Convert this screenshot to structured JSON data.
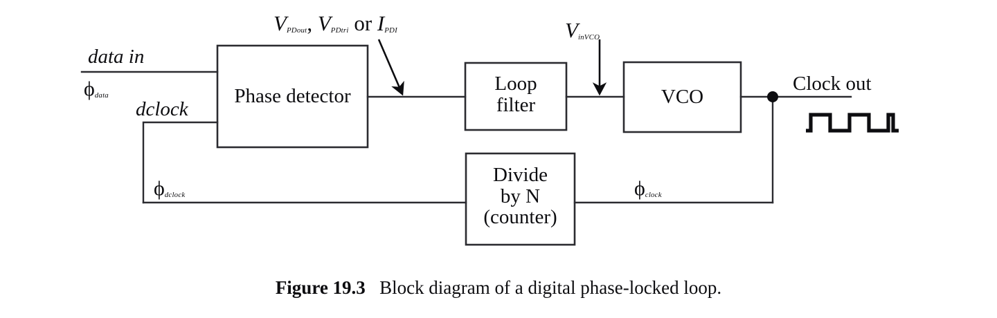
{
  "figure": {
    "caption_label": "Figure 19.3",
    "caption_text": "Block diagram of a digital phase-locked loop.",
    "ink_color": "#0d0d10",
    "background_color": "#ffffff"
  },
  "blocks": {
    "phase_detector": {
      "label": "Phase detector"
    },
    "loop_filter": {
      "label": "Loop\nfilter"
    },
    "vco": {
      "label": "VCO"
    },
    "divider": {
      "label": "Divide\nby N\n(counter)"
    }
  },
  "signals": {
    "data_in": {
      "label": "data in"
    },
    "phi_data": {
      "symbol": "ϕ",
      "subscript": "data"
    },
    "dclock": {
      "label": "dclock"
    },
    "phi_dclock": {
      "symbol": "ϕ",
      "subscript": "dclock"
    },
    "phi_clock": {
      "symbol": "ϕ",
      "subscript": "clock"
    },
    "clock_out": {
      "label": "Clock out"
    }
  },
  "annotations": {
    "pd_output": {
      "v1_symbol": "V",
      "v1_sub": "PDout",
      "separator": ", ",
      "v2_symbol": "V",
      "v2_sub": "PDtri",
      "conjunction": " or ",
      "i_symbol": "I",
      "i_sub": "PDI"
    },
    "vco_input": {
      "symbol": "V",
      "subscript": "inVCO"
    }
  },
  "waveform": {
    "name": "clock-out-square-wave",
    "pulses": 3,
    "levels": [
      0,
      1,
      0,
      1,
      0,
      1,
      0
    ]
  }
}
